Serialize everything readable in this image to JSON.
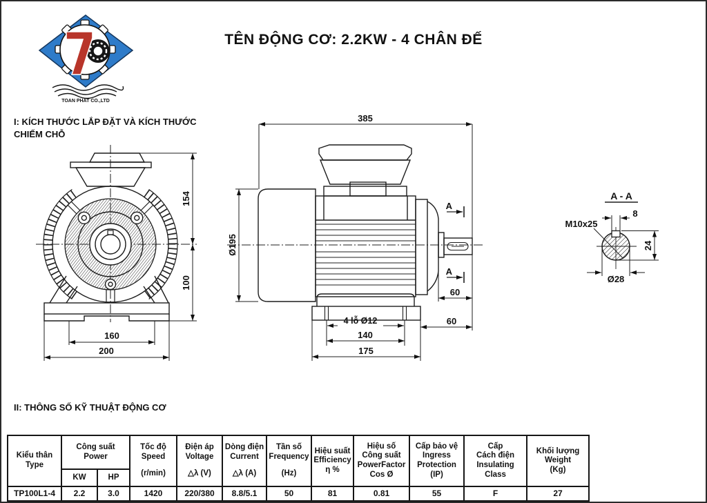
{
  "header": {
    "title": "TÊN ĐỘNG CƠ: 2.2KW - 4  CHÂN ĐẾ"
  },
  "logo": {
    "company": "TOAN PHAT CO.,LTD"
  },
  "sections": {
    "one": "I: KÍCH THƯỚC LẮP ĐẶT VÀ KÍCH THƯỚC CHIẾM CHỖ",
    "two": "II: THÔNG SỐ KỸ THUẬT ĐỘNG CƠ"
  },
  "front_view": {
    "dim_top": "154",
    "dim_bottom": "100",
    "dim_holes": "160",
    "dim_base": "200"
  },
  "side_view": {
    "dim_length": "385",
    "dim_dia": "Ø195",
    "holes_label": "4 lỗ Ø12",
    "dim_hole_span": "140",
    "dim_foot": "175",
    "dim_shaft": "60",
    "dim_rear": "60",
    "marker_a": "A"
  },
  "section_aa": {
    "title": "A - A",
    "dim_key_w": "8",
    "tap": "M10x25",
    "dim_depth": "24",
    "dim_dia": "Ø28"
  },
  "spec_table": {
    "headers": {
      "type": [
        "Kiểu thân",
        "Type"
      ],
      "power": [
        "Công suất",
        "Power"
      ],
      "power_kw": "KW",
      "power_hp": "HP",
      "speed": [
        "Tốc độ",
        "Speed",
        "",
        "(r/min)"
      ],
      "voltage": [
        "Điện áp",
        "Voltage",
        "",
        "△λ (V)"
      ],
      "current": [
        "Dòng điện",
        "Current",
        "",
        "△λ (A)"
      ],
      "frequency": [
        "Tần số",
        "Frequency",
        "",
        "(Hz)"
      ],
      "efficiency": [
        "Hiệu suất",
        "Efficiency",
        "η %"
      ],
      "power_factor": [
        "Hiệu số",
        "Công suất",
        "PowerFactor",
        "Cos Ø"
      ],
      "protection": [
        "Cấp bảo vệ",
        "Ingress",
        "Protection",
        "(IP)"
      ],
      "insulation": [
        "Cấp",
        "Cách điện",
        "Insulating",
        "Class"
      ],
      "weight": [
        "Khối lượng",
        "Weight",
        "(Kg)"
      ]
    },
    "row": {
      "type": "TP100L1-4",
      "kw": "2.2",
      "hp": "3.0",
      "speed": "1420",
      "voltage": "220/380",
      "current": "8.8/5.1",
      "frequency": "50",
      "efficiency": "81",
      "power_factor": "0.81",
      "protection": "55",
      "insulation": "F",
      "weight": "27"
    }
  }
}
